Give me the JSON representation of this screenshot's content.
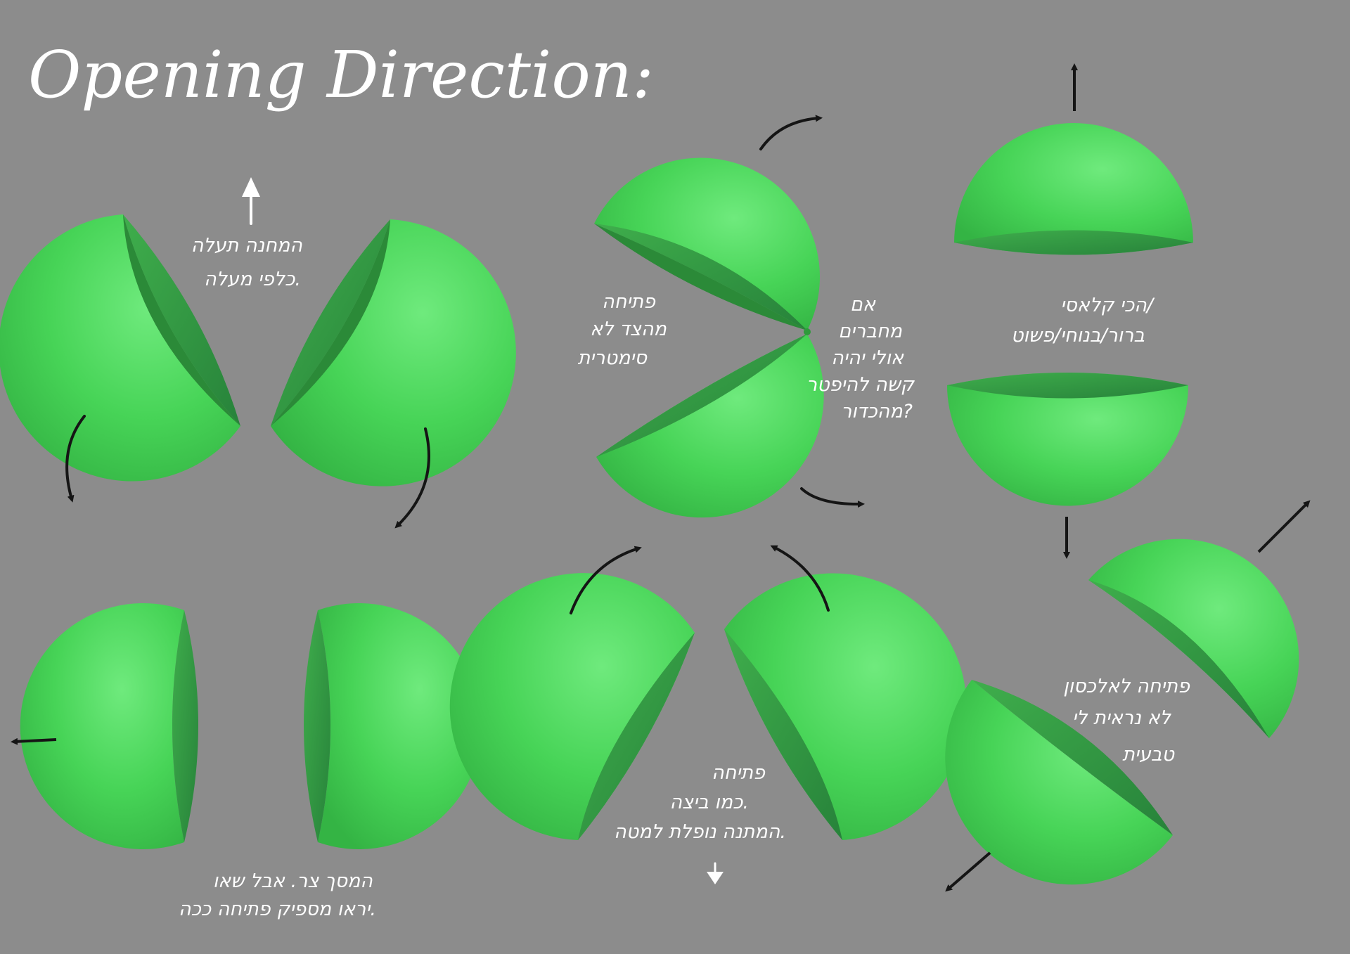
{
  "title": "Opening Direction:",
  "colors": {
    "background": "#8c8c8c",
    "shell": "#46d356",
    "shell_light": "#68e677",
    "shell_dark": "#2c8b37",
    "inner": "#2f9a3c",
    "arrow_dark": "#151515",
    "arrow_light": "#ffffff"
  },
  "notes": {
    "top_left": [
      "המחנה תעלה",
      "כלפי מעלה."
    ],
    "bottom_left": [
      "המסך צר. אבל שאו",
      "יראו מספיק פתיחה ככה."
    ],
    "bottom_middle": [
      "פתיחה",
      "כמו ביצה.",
      "המתנה נופלת למטה."
    ],
    "top_middle_left": [
      "פתיחה",
      "מהצד לא",
      "סימטרית"
    ],
    "top_middle_right": [
      "אם",
      "מחברים",
      "אולי יהיה",
      "קשה להיפטר",
      "מהכדור?"
    ],
    "top_right": [
      "הכי קלאסי/",
      "ברור/בנוחי/פשוט"
    ],
    "bottom_right": [
      "פתיחה לאלכסון",
      "לא נראית לי",
      "טבעית"
    ]
  }
}
